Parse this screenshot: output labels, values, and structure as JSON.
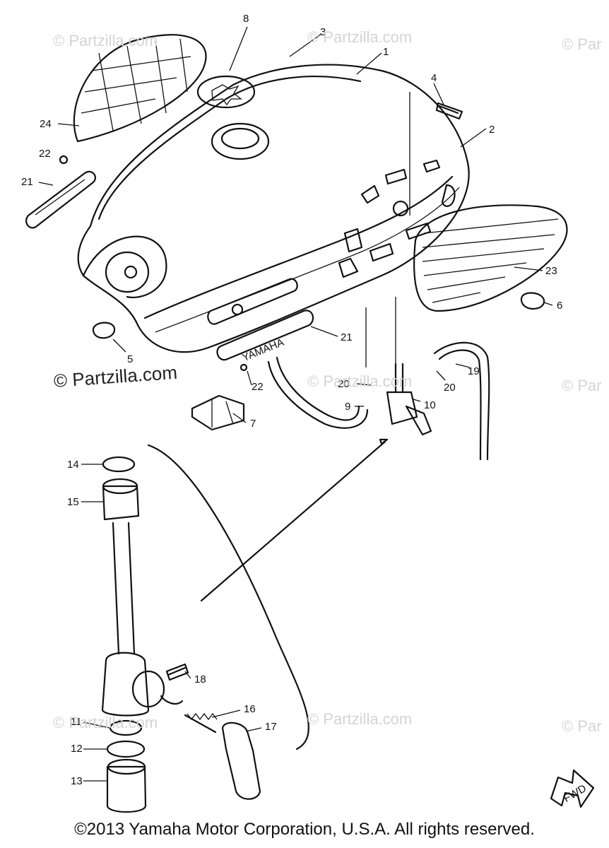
{
  "watermarks": {
    "faint": [
      "© Partzilla.com",
      "© Partzilla.com",
      "© Par",
      "© Partzilla.com",
      "© Par",
      "© Partzilla.com",
      "© Partzilla.com",
      "© Par"
    ],
    "strong": "© Partzilla.com"
  },
  "tank_emblem": "YAMAHA",
  "fwd_label": "FWD",
  "callouts": [
    "1",
    "2",
    "3",
    "4",
    "5",
    "6",
    "7",
    "8",
    "9",
    "10",
    "11",
    "12",
    "13",
    "14",
    "15",
    "16",
    "17",
    "18",
    "19",
    "20",
    "20",
    "21",
    "21",
    "22",
    "22",
    "23",
    "24"
  ],
  "copyright": "©2013 Yamaha Motor Corporation, U.S.A. All rights reserved."
}
